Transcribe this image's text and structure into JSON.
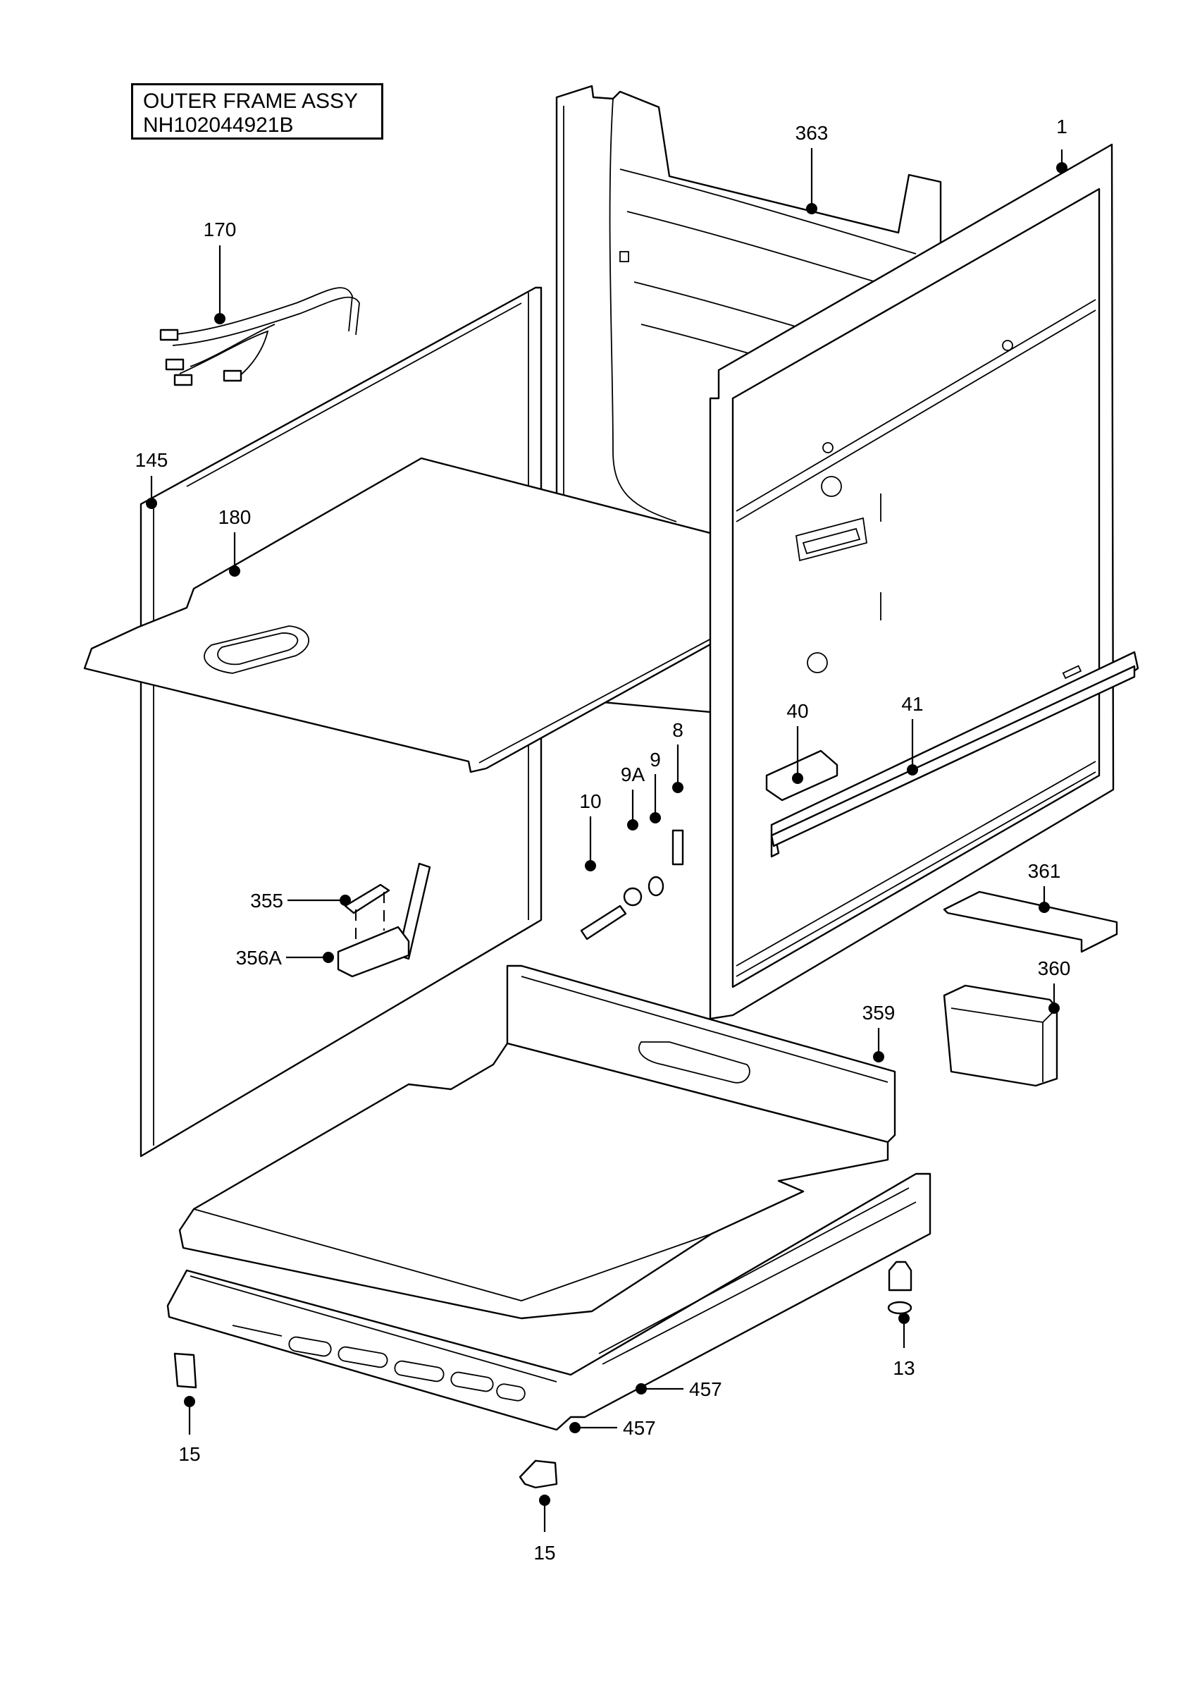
{
  "title": {
    "line1": "OUTER FRAME ASSY",
    "line2": "NH102044921B"
  },
  "callouts": [
    {
      "id": "c1",
      "label": "1"
    },
    {
      "id": "c363",
      "label": "363"
    },
    {
      "id": "c170",
      "label": "170"
    },
    {
      "id": "c145",
      "label": "145"
    },
    {
      "id": "c180",
      "label": "180"
    },
    {
      "id": "c8",
      "label": "8"
    },
    {
      "id": "c9a",
      "label": "9A"
    },
    {
      "id": "c9",
      "label": "9"
    },
    {
      "id": "c10",
      "label": "10"
    },
    {
      "id": "c40",
      "label": "40"
    },
    {
      "id": "c41",
      "label": "41"
    },
    {
      "id": "c355",
      "label": "355"
    },
    {
      "id": "c356a",
      "label": "356A"
    },
    {
      "id": "c361",
      "label": "361"
    },
    {
      "id": "c360",
      "label": "360"
    },
    {
      "id": "c359",
      "label": "359"
    },
    {
      "id": "c13",
      "label": "13"
    },
    {
      "id": "c457a",
      "label": "457"
    },
    {
      "id": "c457b",
      "label": "457"
    },
    {
      "id": "c15a",
      "label": "15"
    },
    {
      "id": "c15b",
      "label": "15"
    }
  ]
}
